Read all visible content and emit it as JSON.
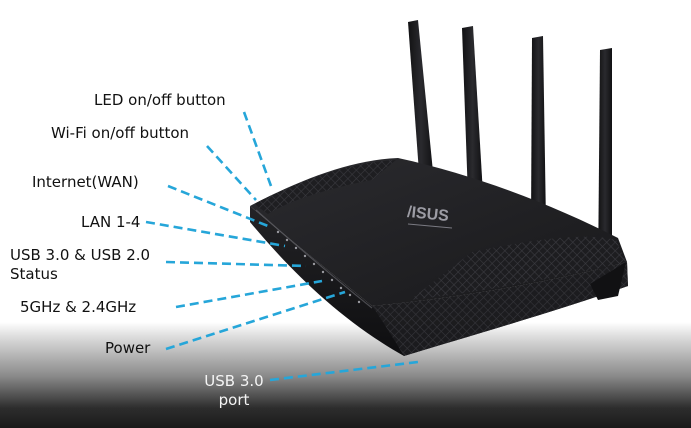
{
  "colors": {
    "leader_line": "#26a6d9",
    "router_body": "#1b1b1d",
    "label_text": "#111111",
    "label_text_on_dark": "#f4f4f4"
  },
  "router": {
    "brand_logo": "/ISUS",
    "antenna_count": 4
  },
  "callouts": [
    {
      "id": "led",
      "lines": [
        "LED on/off button"
      ]
    },
    {
      "id": "wifi",
      "lines": [
        "Wi-Fi on/off button"
      ]
    },
    {
      "id": "wan",
      "lines": [
        "Internet(WAN)"
      ]
    },
    {
      "id": "lan",
      "lines": [
        "LAN 1-4"
      ]
    },
    {
      "id": "usb_status",
      "lines": [
        "USB 3.0 & USB 2.0",
        "Status"
      ]
    },
    {
      "id": "wifi_bands",
      "lines": [
        "5GHz & 2.4GHz"
      ]
    },
    {
      "id": "power",
      "lines": [
        "Power"
      ]
    },
    {
      "id": "usb_port",
      "lines": [
        "USB 3.0",
        "port"
      ]
    }
  ]
}
